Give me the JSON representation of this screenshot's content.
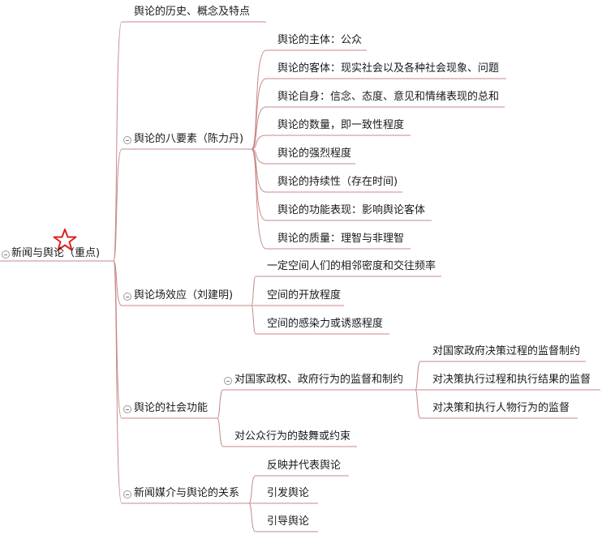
{
  "colors": {
    "line": "#c98a8a",
    "text": "#1a1a1a",
    "star": "#e02020"
  },
  "root": {
    "label": "新闻与舆论（重点)",
    "marker_icon": "star-icon"
  },
  "branches": [
    {
      "label": "舆论的历史、概念及特点",
      "children": []
    },
    {
      "label": "舆论的八要素（陈力丹)",
      "children": [
        "舆论的主体：公众",
        "舆论的客体：现实社会以及各种社会现象、问题",
        "舆论自身：信念、态度、意见和情绪表现的总和",
        "舆论的数量，即一致性程度",
        "舆论的强烈程度",
        "舆论的持续性（存在时间)",
        "舆论的功能表现：影响舆论客体",
        "舆论的质量：理智与非理智"
      ]
    },
    {
      "label": "舆论场效应（刘建明)",
      "children": [
        "一定空间人们的相邻密度和交往频率",
        "空间的开放程度",
        "空间的感染力或诱惑程度"
      ]
    },
    {
      "label": "舆论的社会功能",
      "children": [
        {
          "label": "对国家政权、政府行为的监督和制约",
          "children": [
            "对国家政府决策过程的监督制约",
            "对决策执行过程和执行结果的监督",
            "对决策和执行人物行为的监督"
          ]
        },
        {
          "label": "对公众行为的鼓舞或约束",
          "children": []
        }
      ]
    },
    {
      "label": "新闻媒介与舆论的关系",
      "children": [
        "反映并代表舆论",
        "引发舆论",
        "引导舆论"
      ]
    }
  ]
}
